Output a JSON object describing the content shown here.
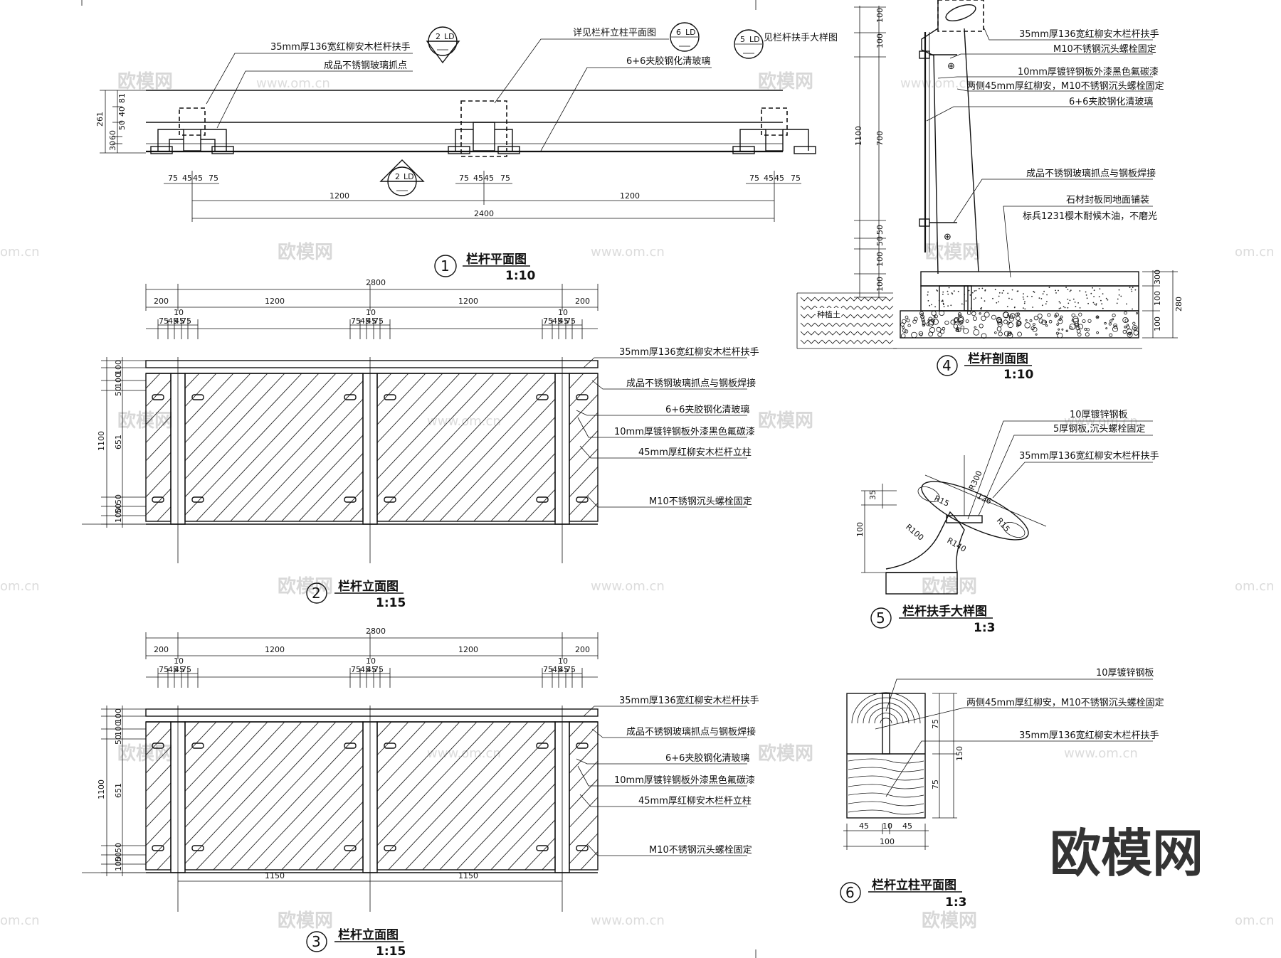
{
  "plan": {
    "title": "栏杆平面图",
    "scale": "1:10",
    "num": "1",
    "callouts": [
      "35mm厚136宽红柳安木栏杆扶手",
      "成品不锈钢玻璃抓点",
      "详见栏杆立柱平面图",
      "6+6夹胶钢化清玻璃",
      "见栏杆扶手大样图"
    ],
    "sym_top_a": "2",
    "sym_top_b": "LD",
    "sym_mid_a": "6",
    "sym_mid_b": "LD",
    "sym_r_a": "5",
    "sym_r_b": "LD",
    "sym_bot_a": "2",
    "sym_bot_b": "LD",
    "dims_small": [
      "75",
      "45",
      "45",
      "75"
    ],
    "dim_1200": "1200",
    "dim_2400": "2400",
    "vdims": [
      "261",
      "81",
      "40",
      "50",
      "60",
      "30"
    ]
  },
  "elev": {
    "title": "栏杆立面图",
    "scale": "1:15",
    "num2": "2",
    "num3": "3",
    "total": "2800",
    "side": "200",
    "span": "1200",
    "post": "10",
    "small": [
      "75",
      "45",
      "45",
      "75"
    ],
    "height": "1100",
    "mid": "651",
    "vleft": [
      "100",
      "100",
      "50",
      "50",
      "50",
      "100"
    ],
    "bottom": "1150",
    "callouts": [
      "35mm厚136宽红柳安木栏杆扶手",
      "成品不锈钢玻璃抓点与钢板焊接",
      "6+6夹胶钢化清玻璃",
      "10mm厚镀锌钢板外漆黑色氟碳漆",
      "45mm厚红柳安木栏杆立柱",
      "M10不锈钢沉头螺栓固定"
    ]
  },
  "section": {
    "title": "栏杆剖面图",
    "scale": "1:10",
    "num": "4",
    "callouts": [
      "35mm厚136宽红柳安木栏杆扶手",
      "M10不锈钢沉头螺栓固定",
      "10mm厚镀锌钢板外漆黑色氟碳漆",
      "两侧45mm厚红柳安，M10不锈钢沉头螺栓固定",
      "6+6夹胶钢化清玻璃",
      "成品不锈钢玻璃抓点与钢板焊接",
      "石材封板同地面铺装",
      "标兵1231樱木耐候木油，不磨光"
    ],
    "vdims": [
      "100",
      "100",
      "1100",
      "700",
      "50",
      "50",
      "100",
      "100"
    ],
    "rdims": [
      "300",
      "100",
      "100",
      "280"
    ],
    "soil": "种植土"
  },
  "detail5": {
    "title": "栏杆扶手大样图",
    "scale": "1:3",
    "num": "5",
    "callouts": [
      "10厚镀锌钢板",
      "5厚钢板,沉头螺栓固定",
      "35mm厚136宽红柳安木栏杆扶手"
    ],
    "labels": [
      "R300",
      "136",
      "R15",
      "R15",
      "R100",
      "R140",
      "35",
      "100"
    ]
  },
  "detail6": {
    "title": "栏杆立柱平面图",
    "scale": "1:3",
    "num": "6",
    "callouts": [
      "10厚镀锌钢板",
      "两侧45mm厚红柳安，M10不锈钢沉头螺栓固定",
      "35mm厚136宽红柳安木栏杆扶手"
    ],
    "vdims": [
      "75",
      "150",
      "75"
    ],
    "hdims": [
      "45",
      "10",
      "45",
      "100"
    ]
  },
  "watermark": {
    "logo": "欧模网",
    "site": "www.om.cn",
    "small": "om.cn"
  }
}
